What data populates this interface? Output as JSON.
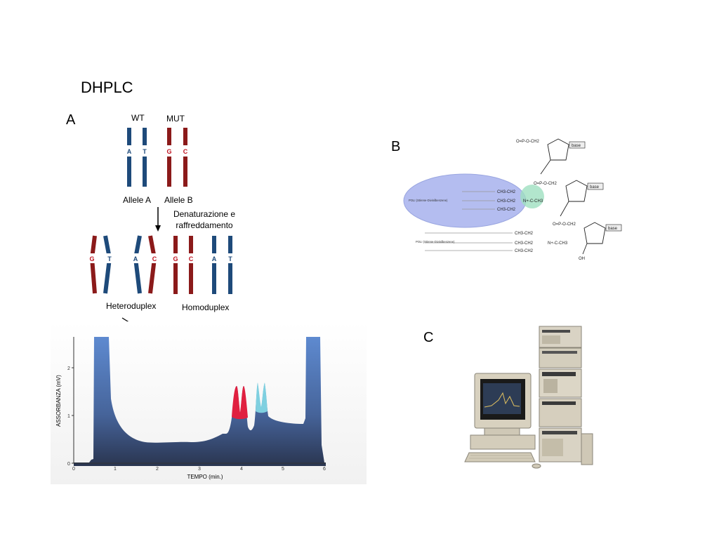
{
  "slide": {
    "title": "DHPLC"
  },
  "panel_a": {
    "label": "A",
    "wt_label": "WT",
    "mut_label": "MUT",
    "allele_a": "Allele A",
    "allele_b": "Allele B",
    "process_line1": "Denaturazione e",
    "process_line2": "raffreddamento",
    "heteroduplex": "Heteroduplex",
    "homoduplex": "Homoduplex",
    "wt_bases": [
      "A",
      "T"
    ],
    "mut_bases": [
      "G",
      "C"
    ],
    "duplex_bases": [
      [
        "G",
        "T"
      ],
      [
        "A",
        "C"
      ],
      [
        "G",
        "C"
      ],
      [
        "A",
        "T"
      ]
    ],
    "colors": {
      "wt_strand": "#1e4a7a",
      "mut_strand": "#8b1a1a",
      "base_blue": "#1e4a7a",
      "base_red": "#c0121f"
    }
  },
  "chromatogram": {
    "ylabel": "ASSORBANZA (mV)",
    "xlabel": "TEMPO  (min.)",
    "yticks": [
      "0",
      "1",
      "2"
    ],
    "xticks": [
      "0",
      "1",
      "2",
      "3",
      "4",
      "5",
      "6"
    ],
    "colors": {
      "fill": "#4a6ea8",
      "heteroduplex_peaks": "#e02040",
      "homoduplex_peaks": "#7fd0e0"
    }
  },
  "panel_b": {
    "label": "B",
    "polymer_label_1": "POLI (Stirene-Divinilbenzene)",
    "polymer_label_2": "POLI (Stirene-Divinilbenzene)",
    "base": "base",
    "oh": "OH",
    "chains": [
      "CH3-CH2",
      "CH3-CH2",
      "CH3-CH2"
    ],
    "amine": "N+-C-CH3",
    "phosphate": "O=P-O-CH2"
  },
  "panel_c": {
    "label": "C"
  }
}
